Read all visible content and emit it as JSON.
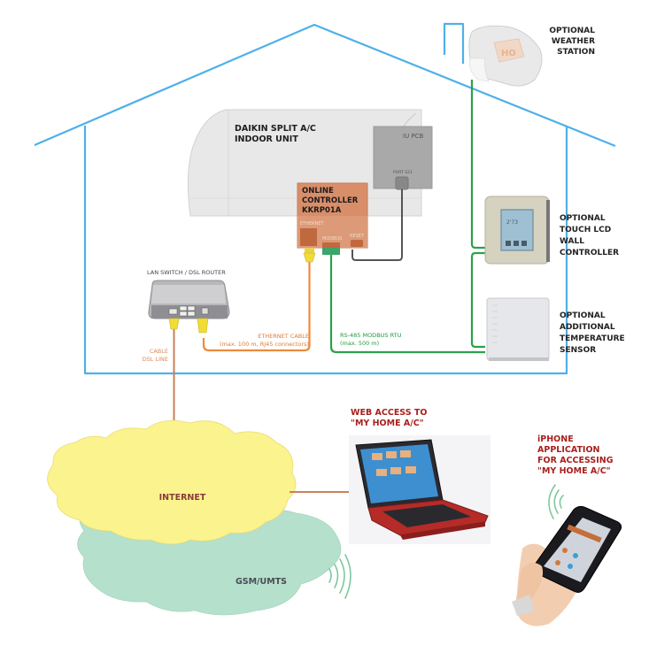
{
  "colors": {
    "house_outline": "#4fb0e8",
    "ethernet_cable": "#ee8a3a",
    "modbus_cable": "#2aa24a",
    "dsl_cable": "#c9805a",
    "internet_cloud": "#fbf38e",
    "gsm_cloud": "#b4e0cc",
    "controller_box": "#d98e6a",
    "indoor_unit": "#e6e6e6",
    "pcb": "#a9a9a9",
    "highlight_text": "#a8201c"
  },
  "indoor_unit": {
    "title_line1": "DAIKIN SPLIT A/C",
    "title_line2": "INDOOR UNIT",
    "pcb_label": "IU PCB",
    "port_label": "PORT S21"
  },
  "controller": {
    "line1": "ONLINE",
    "line2": "CONTROLLER",
    "line3": "KKRP01A",
    "ethernet_port": "ETHERNET",
    "modbus_port": "MODBUS",
    "reset_label": "RESET"
  },
  "router": {
    "label": "LAN SWITCH / DSL ROUTER"
  },
  "cables": {
    "ethernet_line1": "ETHERNET CABLE",
    "ethernet_line2": "(max. 100 m, RJ45 connectors)",
    "modbus_line1": "RS-485 MODBUS RTU",
    "modbus_line2": "(max. 500 m)",
    "dsl_line1": "CABLE",
    "dsl_line2": "DSL LINE"
  },
  "optional_devices": {
    "weather_station": [
      "OPTIONAL",
      "WEATHER",
      "STATION"
    ],
    "wall_controller": [
      "OPTIONAL",
      "TOUCH LCD",
      "WALL",
      "CONTROLLER"
    ],
    "temperature_sensor": [
      "OPTIONAL",
      "ADDITIONAL",
      "TEMPERATURE",
      "SENSOR"
    ]
  },
  "network": {
    "internet_label": "INTERNET",
    "gsm_label": "GSM/UMTS"
  },
  "access": {
    "web_line1": "WEB ACCESS TO",
    "web_line2": "\"MY HOME A/C\"",
    "iphone_line1": "iPHONE",
    "iphone_line2": "APPLICATION",
    "iphone_line3": "FOR ACCESSING",
    "iphone_line4": "\"MY HOME A/C\""
  }
}
